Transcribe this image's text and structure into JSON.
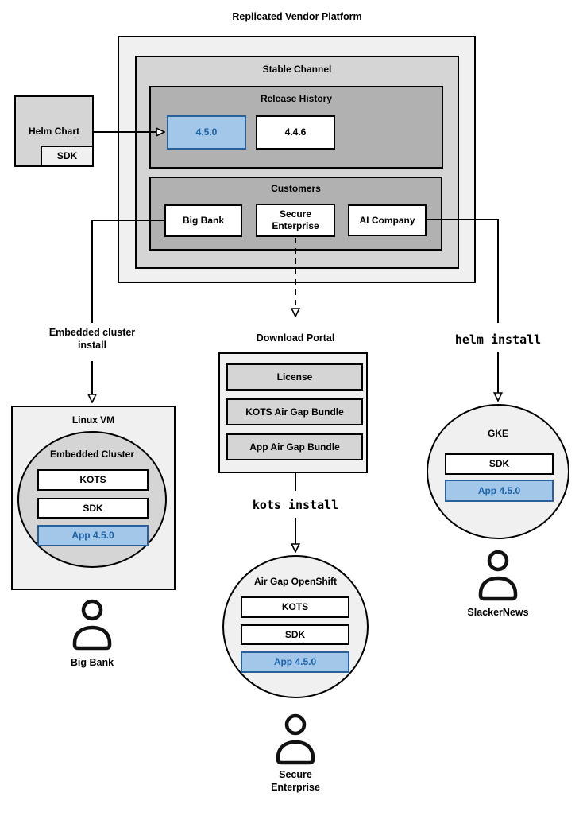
{
  "colors": {
    "container_light": "#f0f0f0",
    "container_mid": "#d5d5d5",
    "container_dark": "#b1b1b1",
    "highlight_fill": "#a3c7e8",
    "highlight_border": "#2a6099",
    "highlight_text": "#1c63a8",
    "line": "#000000"
  },
  "title": "Replicated Vendor Platform",
  "platform": {
    "stable_channel_label": "Stable Channel",
    "release_history": {
      "label": "Release History",
      "current_release": "4.5.0",
      "previous_release": "4.4.6"
    },
    "customers": {
      "label": "Customers",
      "big_bank": "Big Bank",
      "secure_enterprise": "Secure Enterprise",
      "ai_company": "AI Company"
    }
  },
  "helm_chart": {
    "label": "Helm Chart",
    "sdk_label": "SDK"
  },
  "flow_labels": {
    "embedded_cluster_install": "Embedded cluster install",
    "download_portal": "Download Portal",
    "kots_install": "kots install",
    "helm_install": "helm install"
  },
  "download_portal": {
    "items": [
      "License",
      "KOTS Air Gap Bundle",
      "App Air Gap Bundle"
    ]
  },
  "linux_vm": {
    "label": "Linux VM",
    "cluster_label": "Embedded Cluster",
    "components": [
      "KOTS",
      "SDK",
      "App 4.5.0"
    ],
    "user_label": "Big Bank"
  },
  "air_gap_openshift": {
    "label": "Air Gap OpenShift",
    "components": [
      "KOTS",
      "SDK",
      "App 4.5.0"
    ],
    "user_label": "Secure Enterprise"
  },
  "gke": {
    "label": "GKE",
    "components": [
      "SDK",
      "App 4.5.0"
    ],
    "user_label": "SlackerNews"
  }
}
